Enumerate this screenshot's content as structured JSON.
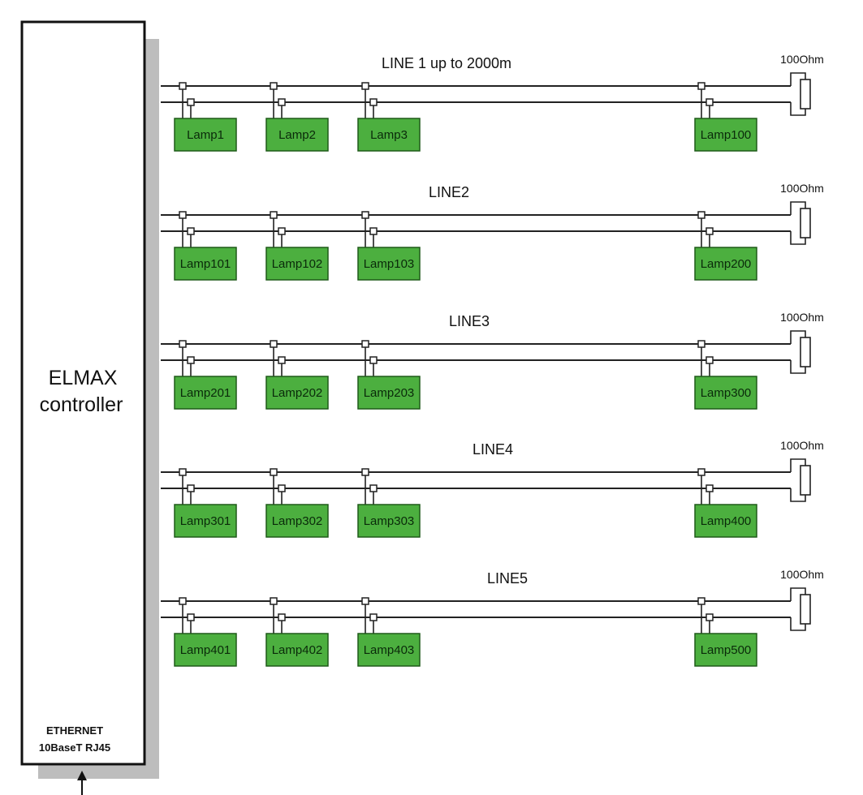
{
  "controller": {
    "name_line1": "ELMAX",
    "name_line2": "controller",
    "port_line1": "ETHERNET",
    "port_line2": "10BaseT RJ45"
  },
  "lines": [
    {
      "label": "LINE 1  up to 2000m",
      "resistor": "100Ohm",
      "lamps": [
        "Lamp1",
        "Lamp2",
        "Lamp3",
        "Lamp100"
      ]
    },
    {
      "label": "LINE2",
      "resistor": "100Ohm",
      "lamps": [
        "Lamp101",
        "Lamp102",
        "Lamp103",
        "Lamp200"
      ]
    },
    {
      "label": "LINE3",
      "resistor": "100Ohm",
      "lamps": [
        "Lamp201",
        "Lamp202",
        "Lamp203",
        "Lamp300"
      ]
    },
    {
      "label": "LINE4",
      "resistor": "100Ohm",
      "lamps": [
        "Lamp301",
        "Lamp302",
        "Lamp303",
        "Lamp400"
      ]
    },
    {
      "label": "LINE5",
      "resistor": "100Ohm",
      "lamps": [
        "Lamp401",
        "Lamp402",
        "Lamp403",
        "Lamp500"
      ]
    }
  ],
  "colors": {
    "lamp_fill": "#4caf3f",
    "lamp_border": "#1e5a18",
    "wire": "#222222",
    "controller_shadow": "#bdbdbd"
  }
}
